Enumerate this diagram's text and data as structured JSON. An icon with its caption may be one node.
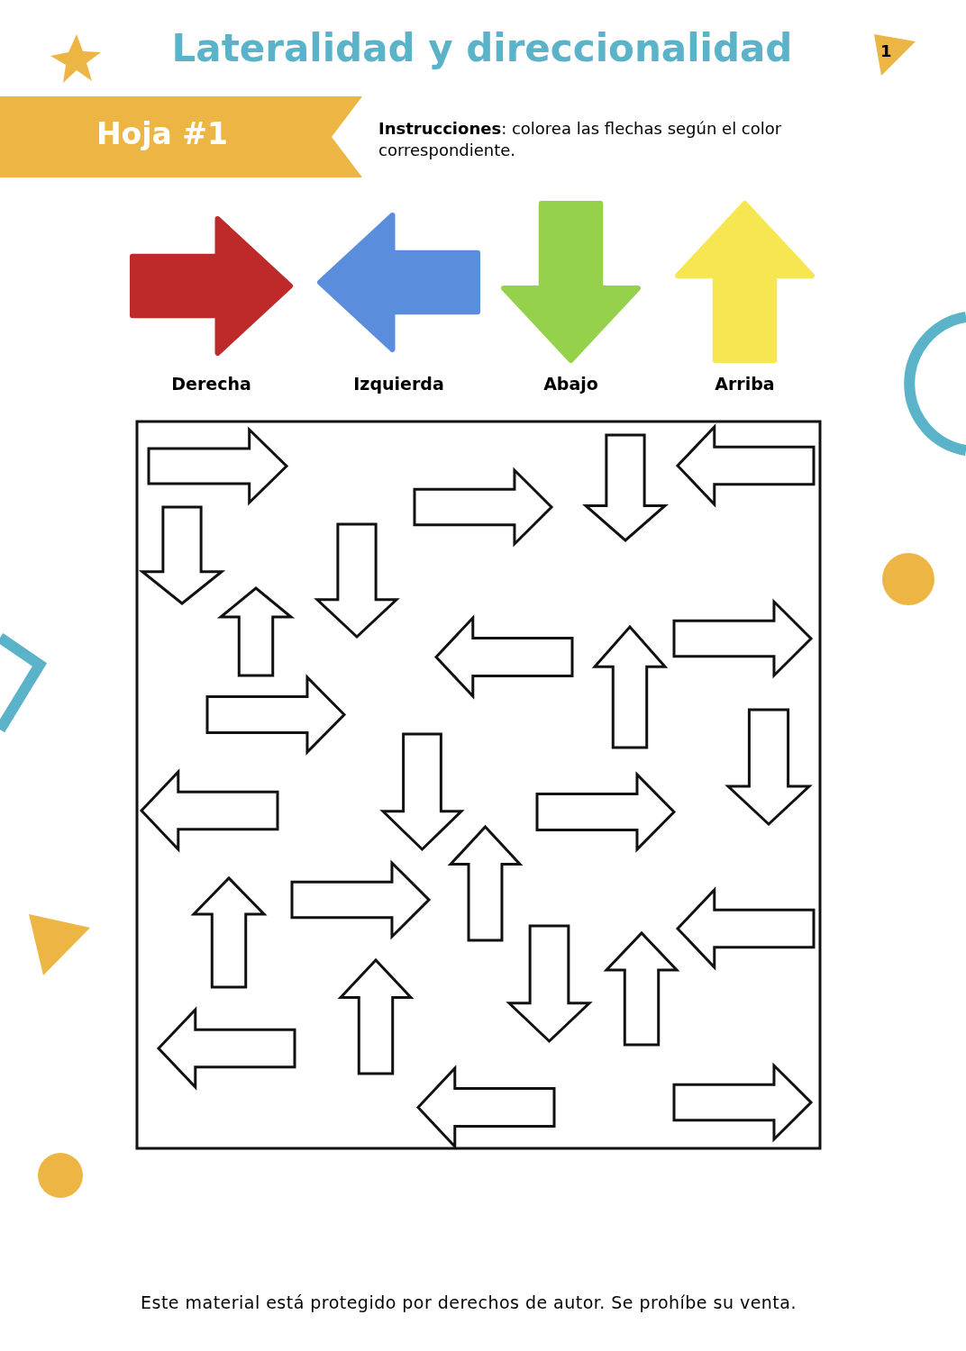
{
  "diagram": {
    "title": "Lateralidad y direccionalidad",
    "labels": [
      "1",
      "Hoja #1",
      "**Instrucciones**: colorea las flechas según el color correspondiente.",
      "Este material está protegido por derechos de autor. Se prohíbe su venta."
    ],
    "legend": [
      {
        "text": "Derecha",
        "color": "#be2a2a"
      },
      {
        "text": "Izquierda",
        "color": "#5b8ddd"
      },
      {
        "text": "Abajo",
        "color": "#95d14a"
      },
      {
        "text": "Arriba",
        "color": "#f5e652"
      }
    ]
  }
}
